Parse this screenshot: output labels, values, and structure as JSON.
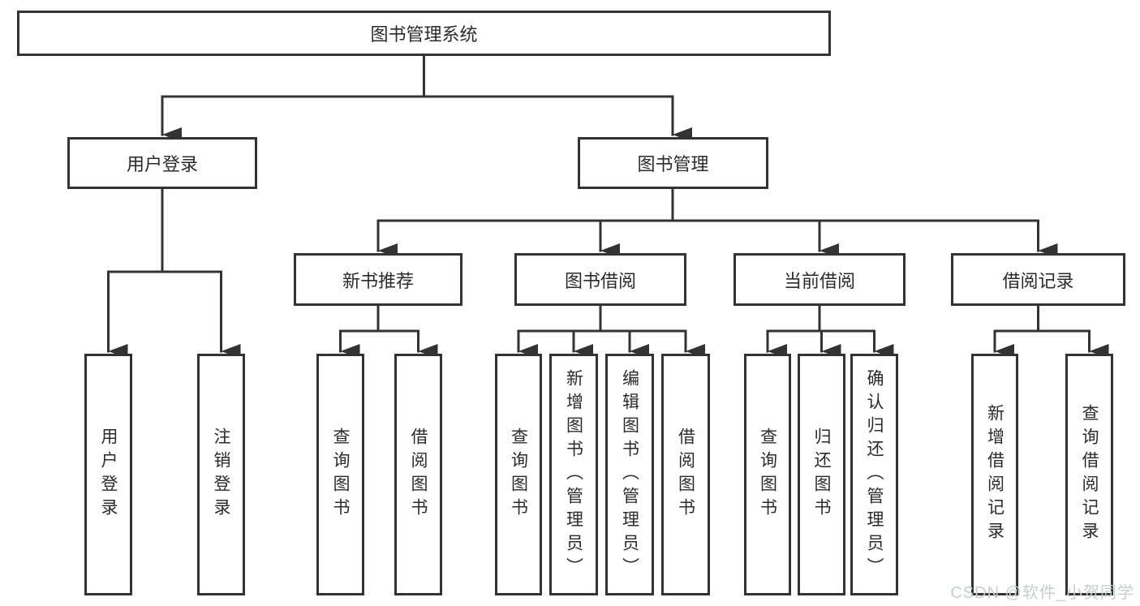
{
  "diagram": {
    "root": {
      "label": "图书管理系统"
    },
    "branches": [
      {
        "label": "用户登录",
        "children": [
          {
            "label": "用户登录"
          },
          {
            "label": "注销登录"
          }
        ]
      },
      {
        "label": "图书管理",
        "children": [
          {
            "label": "新书推荐",
            "children": [
              {
                "label": "查询图书"
              },
              {
                "label": "借阅图书"
              }
            ]
          },
          {
            "label": "图书借阅",
            "children": [
              {
                "label": "查询图书"
              },
              {
                "label": "新增图书（管理员）"
              },
              {
                "label": "编辑图书（管理员）"
              },
              {
                "label": "借阅图书"
              }
            ]
          },
          {
            "label": "当前借阅",
            "children": [
              {
                "label": "查询图书"
              },
              {
                "label": "归还图书"
              },
              {
                "label": "确认归还（管理员）"
              }
            ]
          },
          {
            "label": "借阅记录",
            "children": [
              {
                "label": "新增借阅记录"
              },
              {
                "label": "查询借阅记录"
              }
            ]
          }
        ]
      }
    ]
  },
  "watermark": {
    "text": "CSDN @软件_小贺同学"
  },
  "colors": {
    "line": "#333333",
    "text": "#2b2b2b",
    "watermark": "#c9cdd1",
    "background": "#ffffff"
  }
}
